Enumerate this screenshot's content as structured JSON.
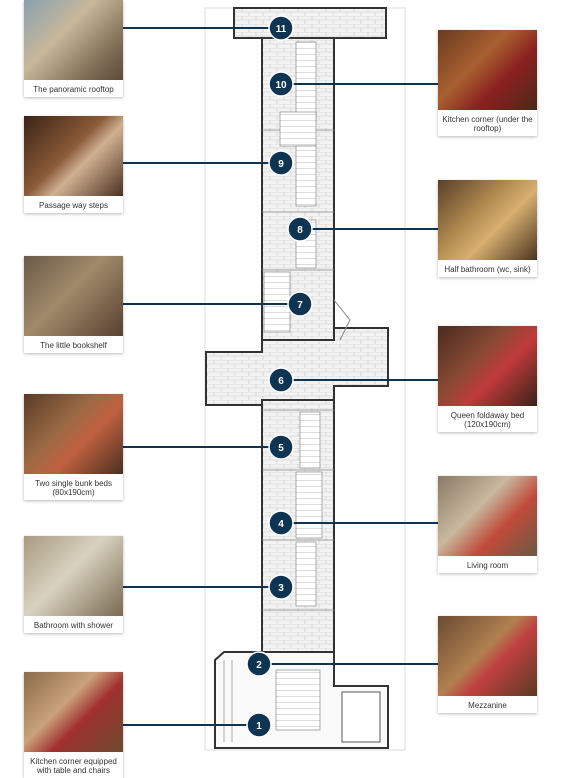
{
  "colors": {
    "marker_fill": "#0f3452",
    "marker_text": "#ffffff",
    "line": "#0f3452"
  },
  "markers": [
    {
      "num": "1",
      "caption": "Kitchen corner equipped with table and chairs",
      "side": "left",
      "photo_icon": "kitchen-table-photo"
    },
    {
      "num": "2",
      "caption": "Mezzanine",
      "side": "right",
      "photo_icon": "mezzanine-photo"
    },
    {
      "num": "3",
      "caption": "Bathroom with shower",
      "side": "left",
      "photo_icon": "bathroom-photo"
    },
    {
      "num": "4",
      "caption": "Living room",
      "side": "right",
      "photo_icon": "living-room-photo"
    },
    {
      "num": "5",
      "caption": "Two single bunk beds (80x190cm)",
      "side": "left",
      "photo_icon": "bunk-beds-photo"
    },
    {
      "num": "6",
      "caption": "Queen foldaway bed (120x190cm)",
      "side": "right",
      "photo_icon": "foldaway-bed-photo"
    },
    {
      "num": "7",
      "caption": "The little bookshelf",
      "side": "left",
      "photo_icon": "bookshelf-photo"
    },
    {
      "num": "8",
      "caption": "Half bathroom (wc, sink)",
      "side": "right",
      "photo_icon": "half-bathroom-photo"
    },
    {
      "num": "9",
      "caption": "Passage way steps",
      "side": "left",
      "photo_icon": "spiral-steps-photo"
    },
    {
      "num": "10",
      "caption": "Kitchen corner (under the rooftop)",
      "side": "right",
      "photo_icon": "kitchen-corner-photo"
    },
    {
      "num": "11",
      "caption": "The panoramic rooftop",
      "side": "left",
      "photo_icon": "rooftop-photo"
    }
  ]
}
